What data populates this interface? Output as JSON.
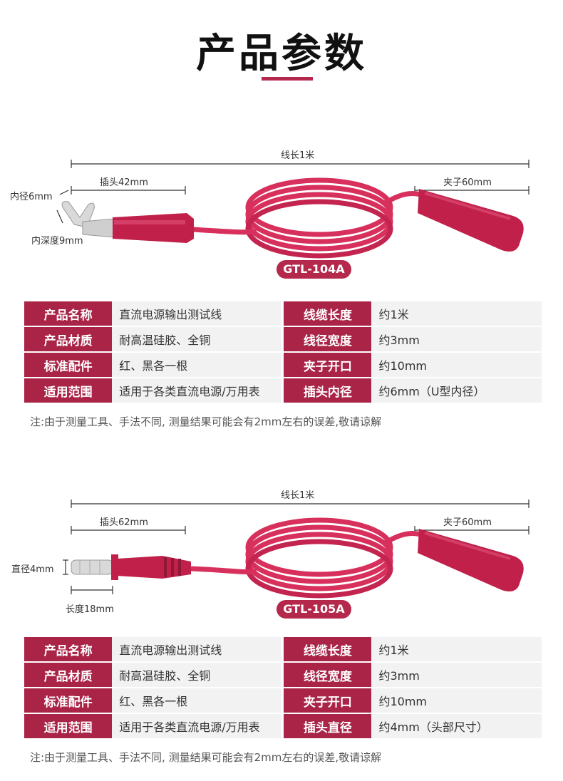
{
  "page": {
    "title": "产品参数"
  },
  "products": [
    {
      "model": "GTL-104A",
      "dims": {
        "total": "线长1米",
        "plug": "插头42mm",
        "clip": "夹子60mm",
        "extra1": "内径6mm",
        "extra2": "内深度9mm"
      },
      "specs": [
        {
          "k1": "产品名称",
          "v1": "直流电源输出测试线",
          "k2": "线缆长度",
          "v2": "约1米"
        },
        {
          "k1": "产品材质",
          "v1": "耐高温硅胶、全铜",
          "k2": "线径宽度",
          "v2": "约3mm"
        },
        {
          "k1": "标准配件",
          "v1": "红、黑各一根",
          "k2": "夹子开口",
          "v2": "约10mm"
        },
        {
          "k1": "适用范围",
          "v1": "适用于各类直流电源/万用表",
          "k2": "插头内径",
          "v2": "约6mm（U型内径）"
        }
      ],
      "note": "注:由于测量工具、手法不同, 测量结果可能会有2mm左右的误差,敬请谅解"
    },
    {
      "model": "GTL-105A",
      "dims": {
        "total": "线长1米",
        "plug": "插头62mm",
        "clip": "夹子60mm",
        "extra1": "直径4mm",
        "extra2": "长度18mm"
      },
      "specs": [
        {
          "k1": "产品名称",
          "v1": "直流电源输出测试线",
          "k2": "线缆长度",
          "v2": "约1米"
        },
        {
          "k1": "产品材质",
          "v1": "耐高温硅胶、全铜",
          "k2": "线径宽度",
          "v2": "约3mm"
        },
        {
          "k1": "标准配件",
          "v1": "红、黑各一根",
          "k2": "夹子开口",
          "v2": "约10mm"
        },
        {
          "k1": "适用范围",
          "v1": "适用于各类直流电源/万用表",
          "k2": "插头直径",
          "v2": "约4mm（头部尺寸）"
        }
      ],
      "note": "注:由于测量工具、手法不同, 测量结果可能会有2mm左右的误差,敬请谅解"
    }
  ],
  "colors": {
    "accent": "#a92447",
    "cable": "#d8305c"
  }
}
